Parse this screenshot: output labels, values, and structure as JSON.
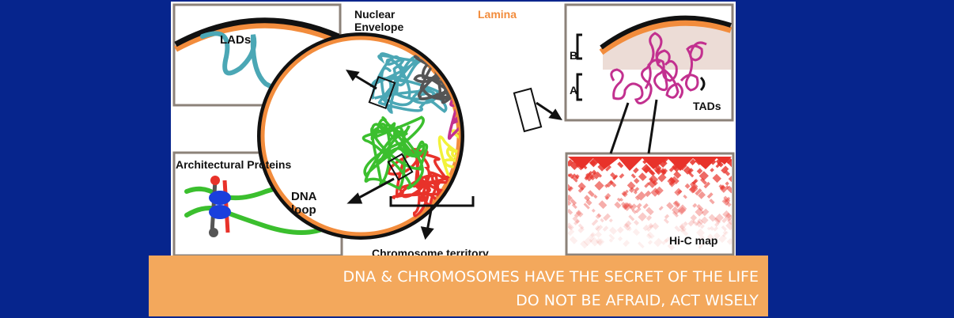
{
  "diagram": {
    "labels": {
      "nuclear_envelope": "Nuclear\nEnvelope",
      "lamina": "Lamina",
      "lads": "LADs",
      "b": "B",
      "a": "A",
      "tads": "TADs",
      "architectural_proteins": "Architectural Proteins",
      "dna_loop": "DNA\nloop",
      "chromosome_territory": "Chromosome territory",
      "hic_map": "Hi-C map"
    },
    "colors": {
      "lamina": "#f28c3c",
      "lads": "#4ba7b5",
      "territory_teal": "#4ba7b5",
      "territory_gray": "#555555",
      "territory_magenta": "#c2308f",
      "territory_green": "#3bbf2e",
      "territory_red": "#e8322a",
      "territory_yellow": "#f2f23a",
      "protein_blue": "#1a3fdc",
      "hic_red": "#e8322a"
    }
  },
  "caption": {
    "line1": "DNA & CHROMOSOMES HAVE THE SECRET OF THE LIFE",
    "line2": "DO NOT BE AFRAID, ACT WISELY"
  }
}
